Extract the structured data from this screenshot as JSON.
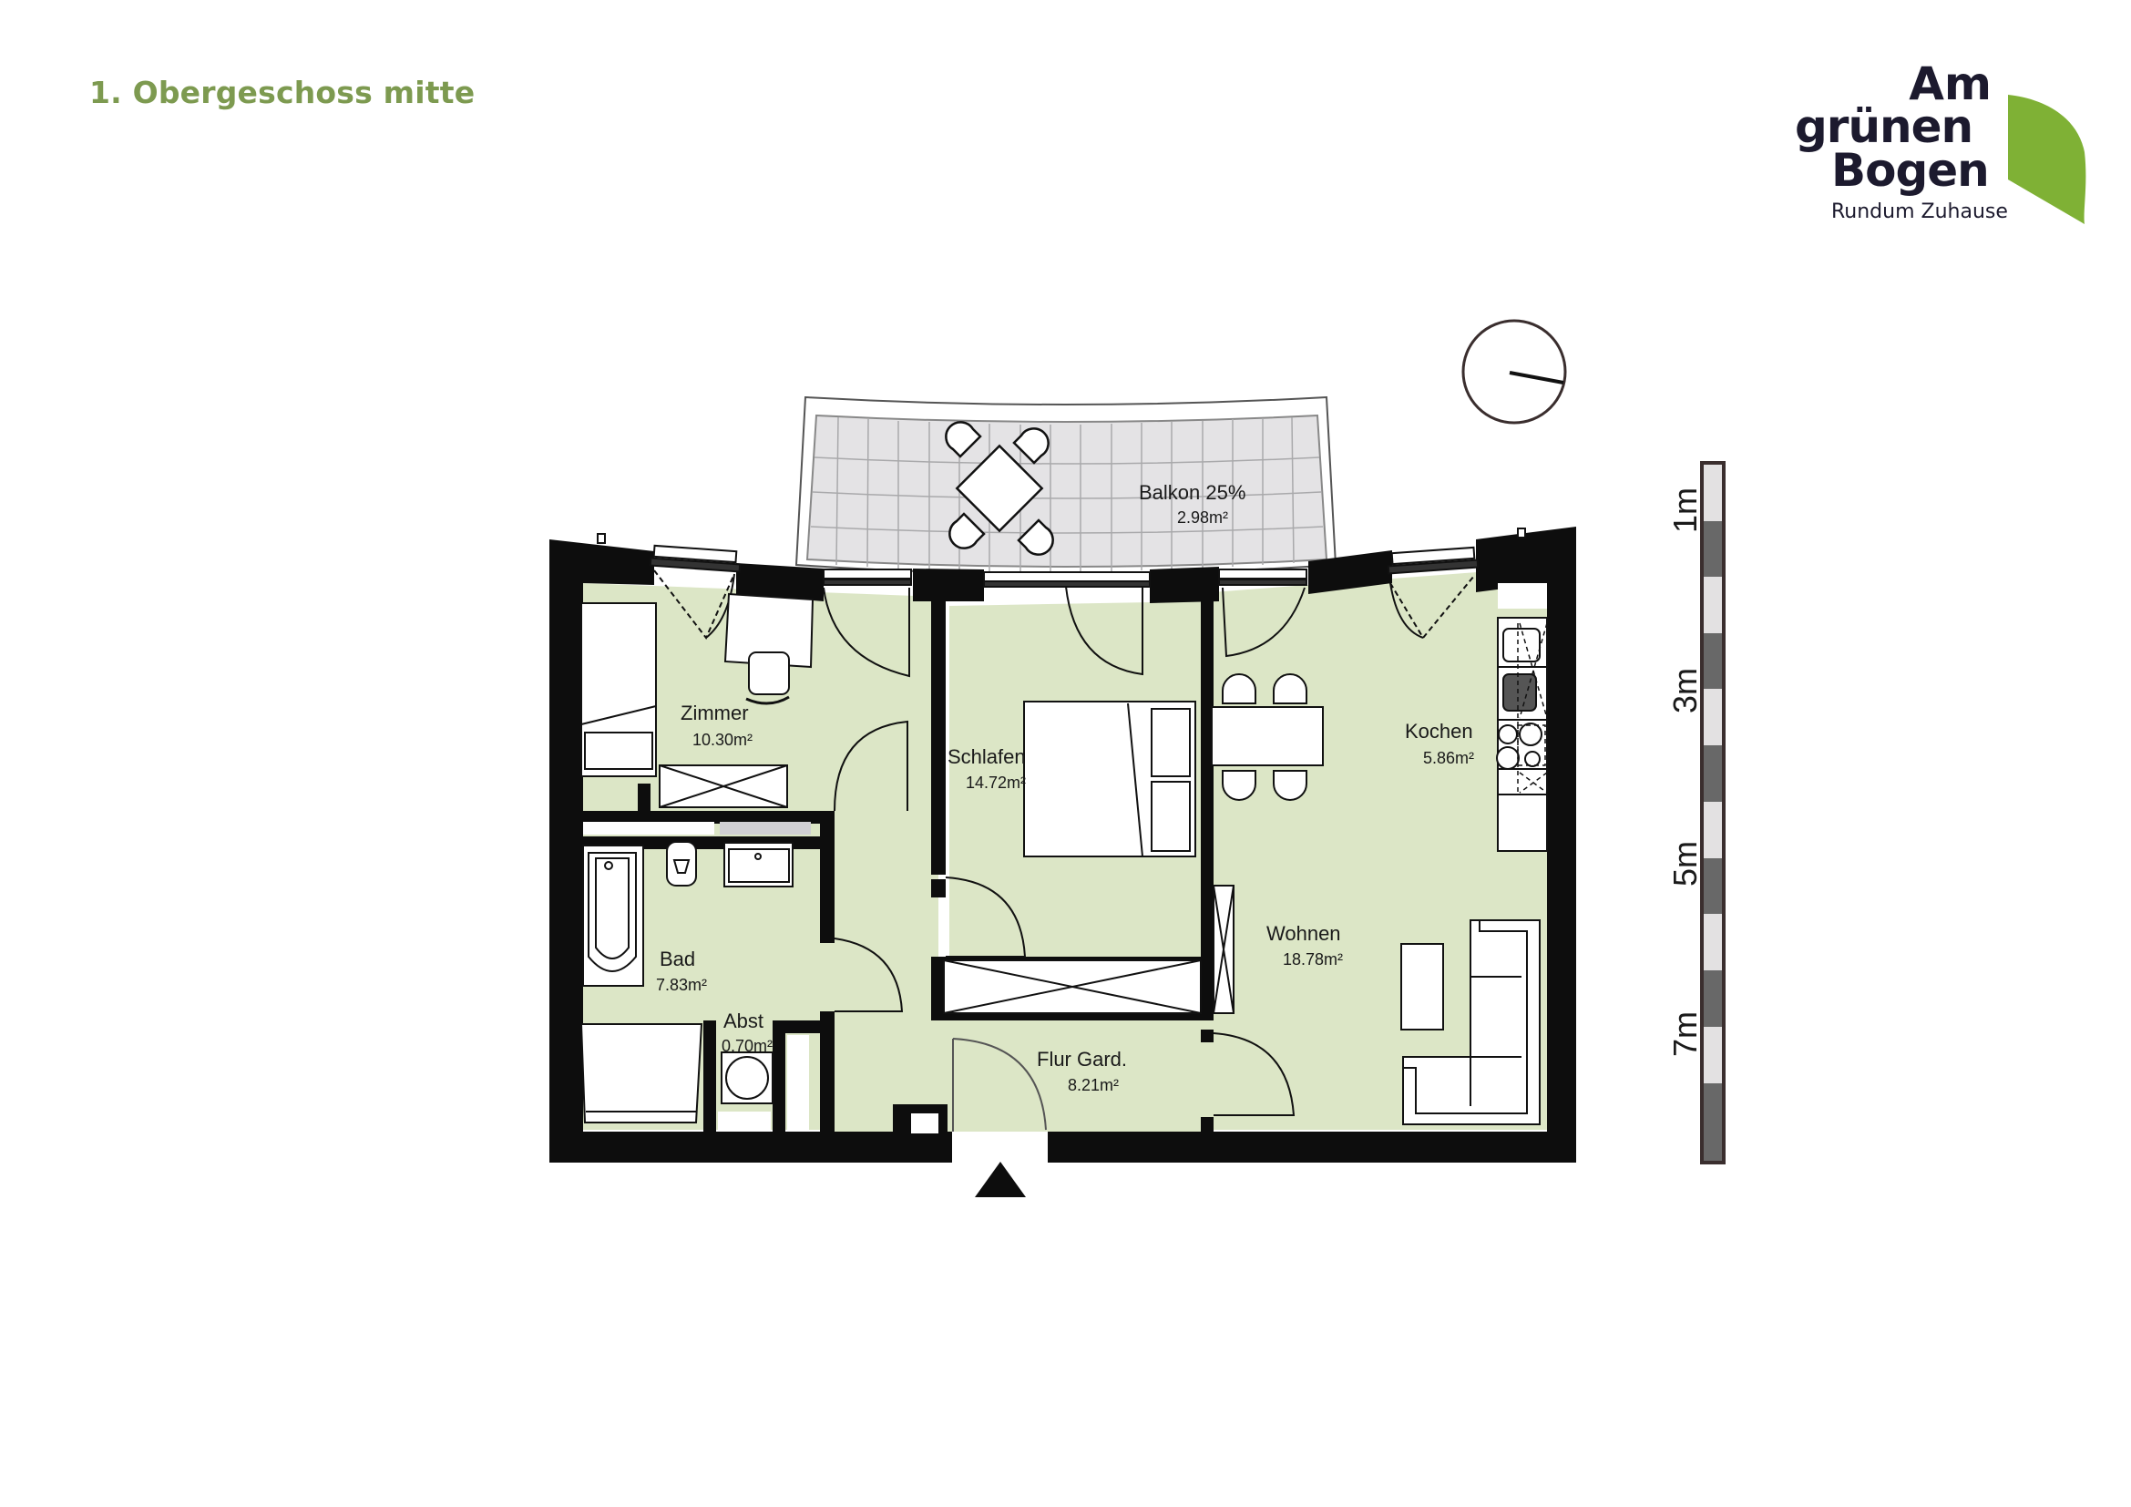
{
  "header": {
    "floor_title": "1. Obergeschoss mitte"
  },
  "logo": {
    "line1": "Am",
    "line2": "grünen",
    "line3": "Bogen",
    "tagline": "Rundum Zuhause",
    "brand_color": "#7fb135",
    "text_color": "#1c1a2e"
  },
  "compass": {
    "icon": "north-arrow-compass-icon"
  },
  "scale_bar": {
    "labels": [
      "1m",
      "3m",
      "5m",
      "7m"
    ],
    "light_color": "#e3e1e2",
    "dark_color": "#686868"
  },
  "colors": {
    "floor_fill": "#dce6c6",
    "wall": "#0d0d0d",
    "balcony_fill": "#e4e3e5",
    "title_green": "#7d9a50"
  },
  "rooms": [
    {
      "id": "zimmer",
      "name": "Zimmer",
      "area": "10.30m²"
    },
    {
      "id": "schlafen",
      "name": "Schlafen",
      "area": "14.72m²"
    },
    {
      "id": "kochen",
      "name": "Kochen",
      "area": "5.86m²"
    },
    {
      "id": "wohnen",
      "name": "Wohnen",
      "area": "18.78m²"
    },
    {
      "id": "bad",
      "name": "Bad",
      "area": "7.83m²"
    },
    {
      "id": "abst",
      "name": "Abst",
      "area": "0.70m²"
    },
    {
      "id": "flur",
      "name": "Flur Gard.",
      "area": "8.21m²"
    },
    {
      "id": "balkon",
      "name": "Balkon 25%",
      "area": "2.98m²"
    }
  ],
  "entrance": {
    "icon": "entrance-triangle-icon"
  }
}
